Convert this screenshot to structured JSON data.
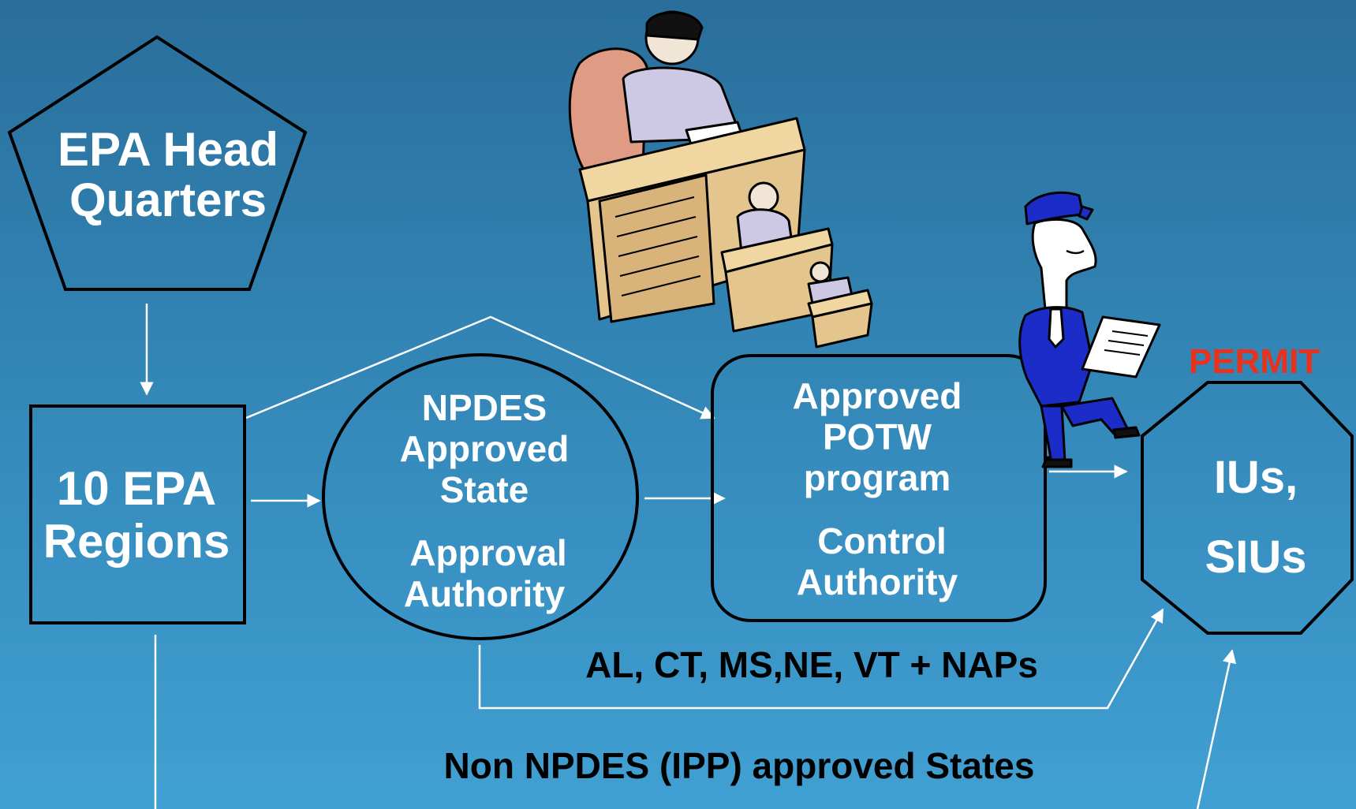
{
  "nodes": {
    "hq": {
      "line1": "EPA Head",
      "line2": "Quarters"
    },
    "regions": {
      "line1": "10 EPA",
      "line2": "Regions"
    },
    "state": {
      "line1": "NPDES",
      "line2": "Approved",
      "line3": "State",
      "line4": "Approval",
      "line5": "Authority"
    },
    "potw": {
      "line1": "Approved",
      "line2": "POTW",
      "line3": "program",
      "line4": "Control",
      "line5": "Authority"
    },
    "ius": {
      "line1": "IUs,",
      "line2": "SIUs"
    }
  },
  "labels": {
    "permit": "PERMIT",
    "states_list": "AL, CT, MS,NE, VT + NAPs",
    "non_npdes": "Non NPDES (IPP) approved States"
  },
  "illustrations": {
    "bureaucracy": "nested-desks-bureaucrat-clipart",
    "inspector": "inspector-with-clipboard-clipart"
  },
  "colors": {
    "background_top": "#2a6e9b",
    "background_bottom": "#41a0d3",
    "permit_red": "#e8321e"
  }
}
